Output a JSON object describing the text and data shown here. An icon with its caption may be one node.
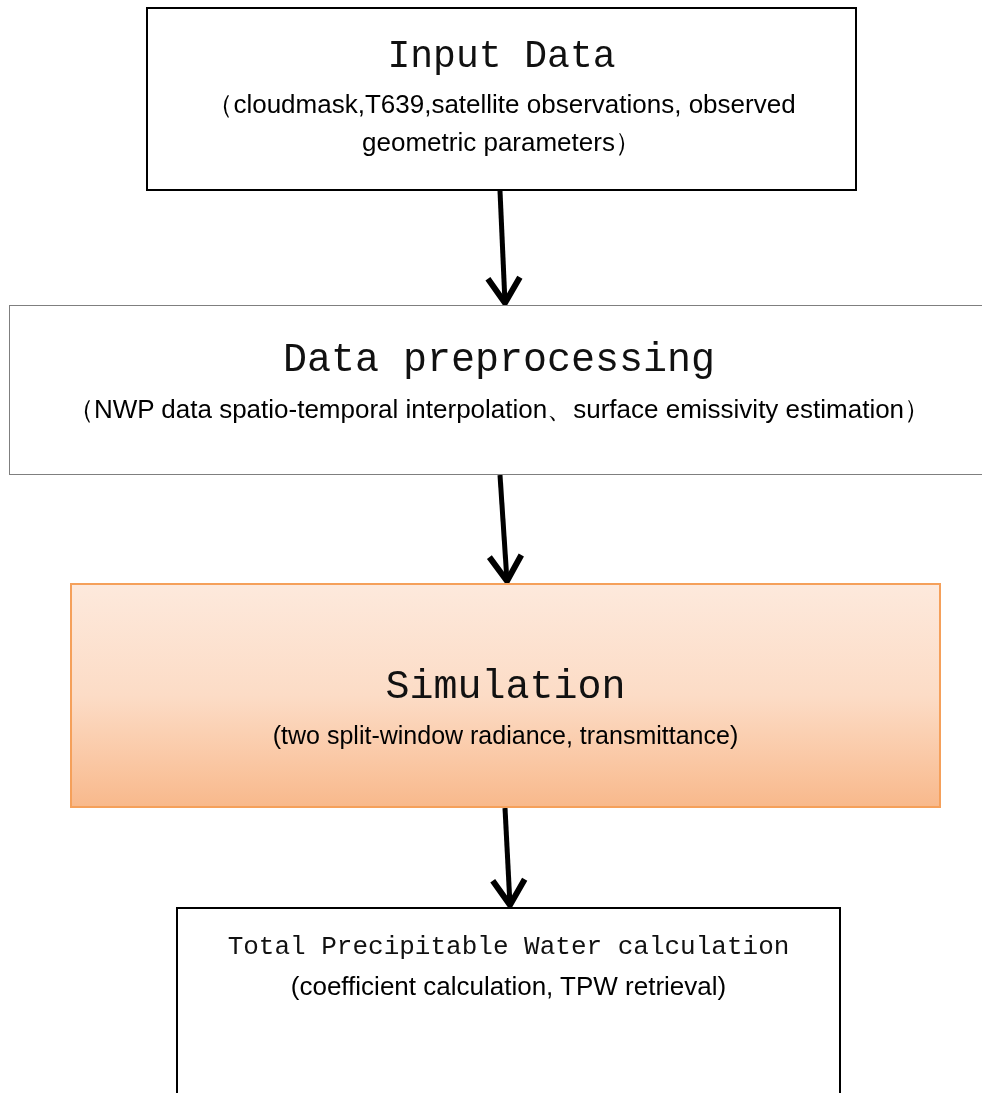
{
  "diagram": {
    "nodes": [
      {
        "text": [
          "Input Data",
          "（cloudmask,T639,satellite observations, observed geometric parameters）"
        ]
      },
      {
        "text": [
          "Data preprocessing",
          "（NWP data spatio-temporal interpolation、surface emissivity estimation）"
        ]
      },
      {
        "text": [
          "Simulation",
          "(two split-window radiance, transmittance)"
        ]
      },
      {
        "text": [
          "Total Precipitable Water calculation",
          "(coefficient  calculation,  TPW retrieval)"
        ]
      }
    ],
    "edges": [
      {
        "from": 0,
        "to": 1,
        "arrow": "to"
      },
      {
        "from": 1,
        "to": 2,
        "arrow": "to"
      },
      {
        "from": 2,
        "to": 3,
        "arrow": "to"
      }
    ]
  }
}
